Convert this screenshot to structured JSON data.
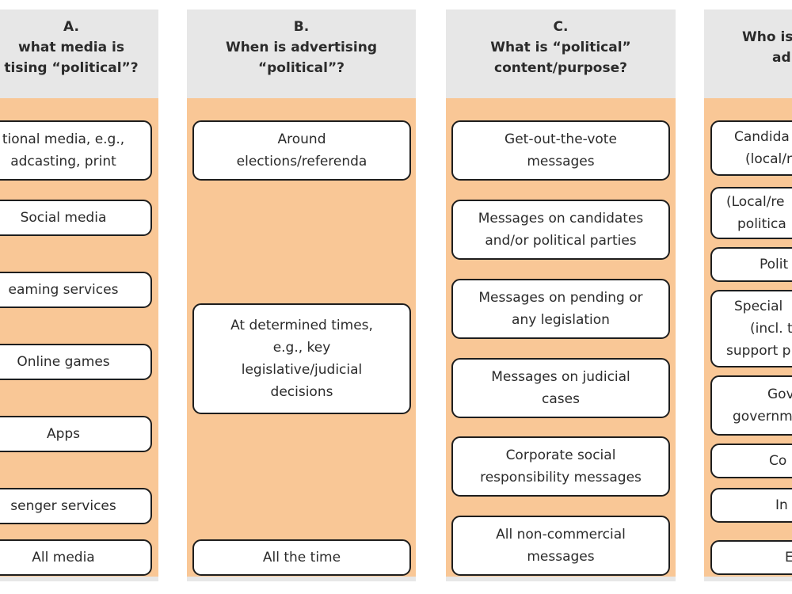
{
  "columns": [
    {
      "heading": [
        "A.",
        "what media is",
        "tising “political”?"
      ],
      "items": [
        [
          "tional media, e.g.,",
          "adcasting, print"
        ],
        [
          "Social media"
        ],
        [
          "eaming services"
        ],
        [
          "Online games"
        ],
        [
          "Apps"
        ],
        [
          "senger services"
        ],
        [
          "All media"
        ]
      ]
    },
    {
      "heading": [
        "B.",
        "When is advertising",
        "“political”?"
      ],
      "items": [
        [
          "Around",
          "elections/referenda"
        ],
        [
          "At determined times,",
          "e.g., key",
          "legislative/judicial",
          "decisions"
        ],
        [
          "All the time"
        ]
      ]
    },
    {
      "heading": [
        "C.",
        "What is “political”",
        "content/purpose?"
      ],
      "items": [
        [
          "Get-out-the-vote",
          "messages"
        ],
        [
          "Messages on candidates",
          "and/or political parties"
        ],
        [
          "Messages on pending or",
          "any legislation"
        ],
        [
          "Messages on judicial",
          "cases"
        ],
        [
          "Corporate social",
          "responsibility messages"
        ],
        [
          "All  non-commercial",
          "messages"
        ]
      ]
    },
    {
      "heading": [
        "",
        "Who is",
        "ad"
      ],
      "items": [
        [
          "Candida",
          "(local/r"
        ],
        [
          "(Local/re",
          "politica"
        ],
        [
          "Polit"
        ],
        [
          "Special",
          "(incl. t",
          "support p"
        ],
        [
          "Gov",
          "governm"
        ],
        [
          "Co"
        ],
        [
          "In"
        ],
        [
          "E"
        ]
      ]
    }
  ]
}
